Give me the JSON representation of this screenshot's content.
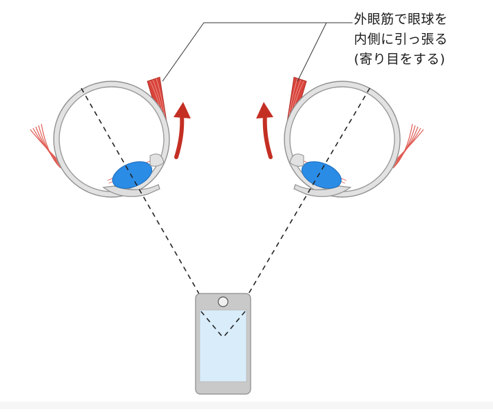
{
  "annotation": {
    "lines": [
      "外眼筋で眼球を",
      "内側に引っ張る",
      "(寄り目をする)"
    ]
  },
  "colors": {
    "eyeball_fill": "#dcdcdc",
    "eyeball_stroke": "#9a9a9a",
    "lens": "#2b8ce6",
    "muscle": "#d8433a",
    "arrow": "#c42f24",
    "sight_line": "#222222",
    "phone_body": "#c9c9c9",
    "phone_screen": "#d9ecfa"
  },
  "icons": {
    "left_eye": "eyeball-converging-right",
    "right_eye": "eyeball-converging-left",
    "phone": "smartphone-icon",
    "arrows": "curved-arrow-icon"
  }
}
